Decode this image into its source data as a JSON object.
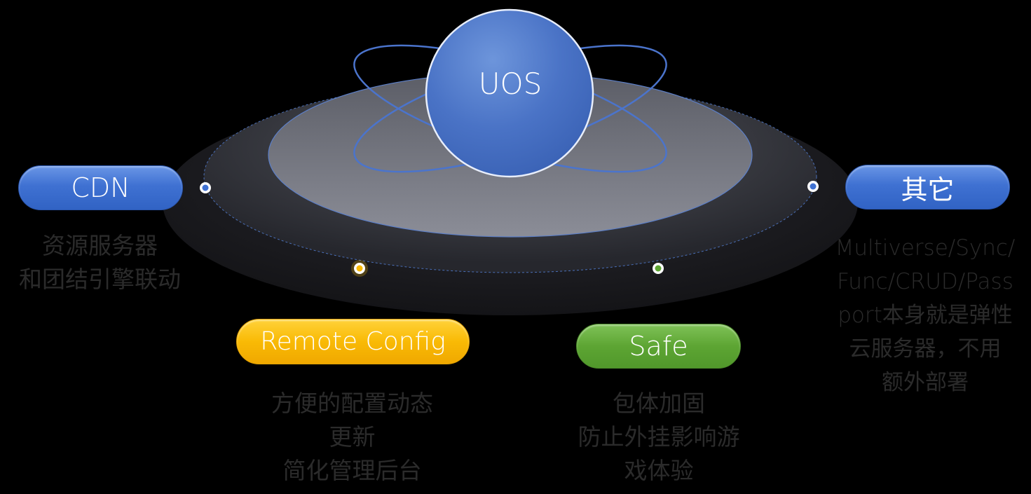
{
  "diagram": {
    "core": {
      "label": "UOS"
    },
    "modules": [
      {
        "key": "cdn",
        "label": "CDN",
        "color": "#3f71d2",
        "description": [
          "资源服务器",
          "和团结引擎联动"
        ]
      },
      {
        "key": "remote_config",
        "label": "Remote Config",
        "color": "#f9ba05",
        "description": [
          "方便的配置动态",
          "更新",
          "简化管理后台"
        ]
      },
      {
        "key": "safe",
        "label": "Safe",
        "color": "#5da533",
        "description": [
          "包体加固",
          "防止外挂影响游",
          "戏体验"
        ]
      },
      {
        "key": "other",
        "label": "其它",
        "color": "#3f71d2",
        "description": [
          "Multiverse/Sync/",
          "Func/CRUD/Pass",
          "port本身就是弹性",
          "云服务器，不用",
          "额外部署"
        ]
      }
    ]
  }
}
